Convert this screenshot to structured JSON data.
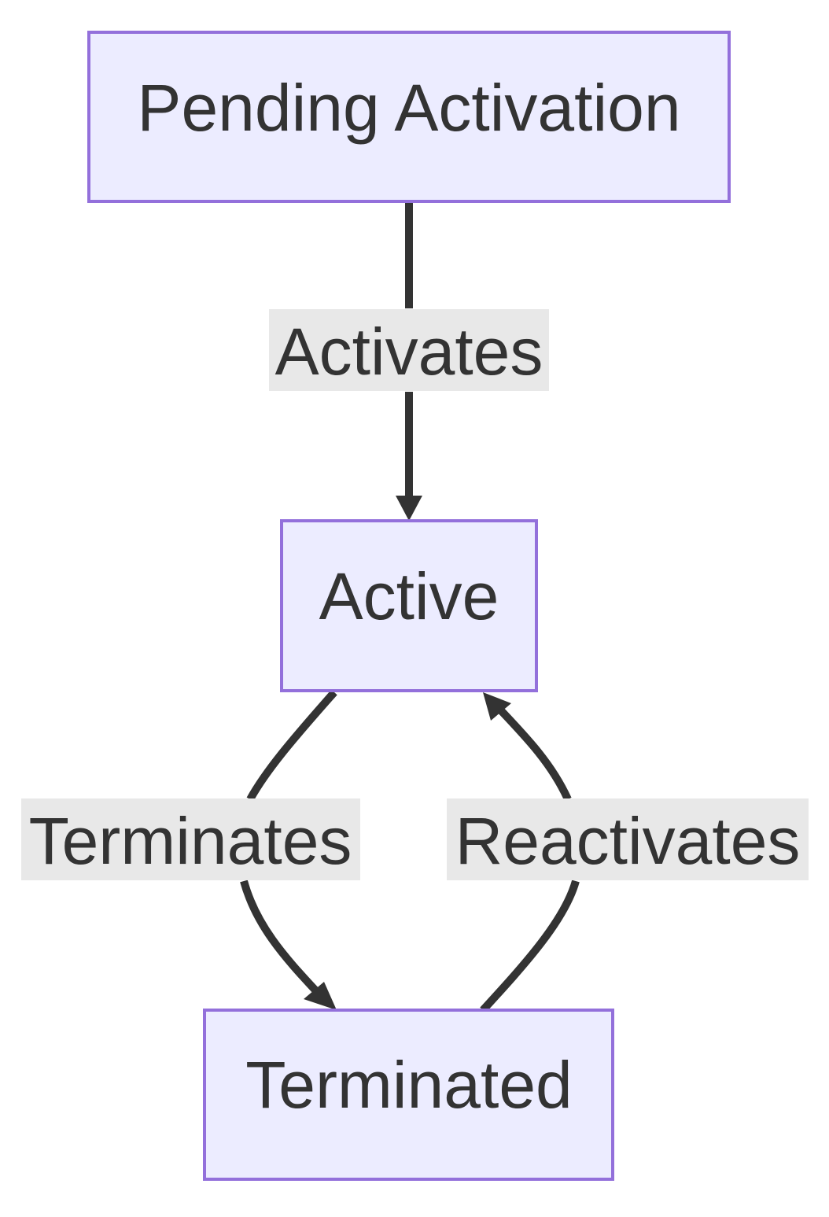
{
  "diagram": {
    "type": "flowchart",
    "nodes": [
      {
        "id": "pending",
        "label": "Pending Activation"
      },
      {
        "id": "active",
        "label": "Active"
      },
      {
        "id": "terminated",
        "label": "Terminated"
      }
    ],
    "edges": [
      {
        "from": "pending",
        "to": "active",
        "label": "Activates"
      },
      {
        "from": "active",
        "to": "terminated",
        "label": "Terminates"
      },
      {
        "from": "terminated",
        "to": "active",
        "label": "Reactivates"
      }
    ],
    "colors": {
      "node_fill": "#ECECFF",
      "node_stroke": "#9370DB",
      "edge": "#333333",
      "label_background": "#E8E8E8",
      "text": "#333333"
    }
  }
}
